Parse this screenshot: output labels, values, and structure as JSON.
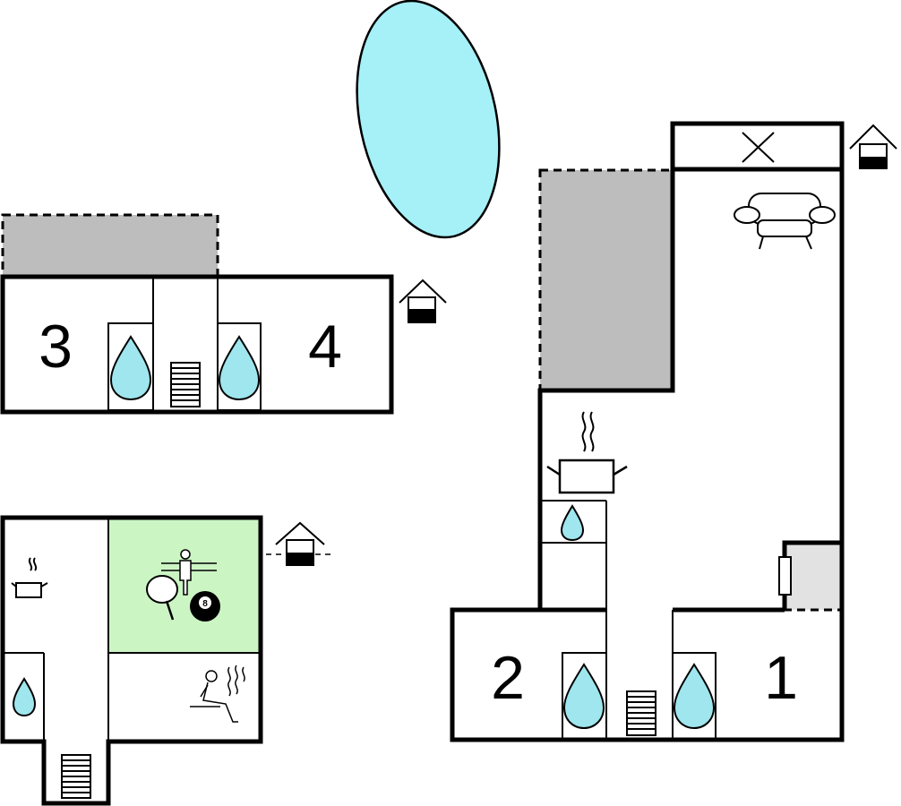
{
  "rooms": {
    "room1": "1",
    "room2": "2",
    "room3": "3",
    "room4": "4"
  },
  "billiard_ball_label": "8",
  "colors": {
    "pool": "#a6f0f7",
    "terrace": "#bdbdbd",
    "game_room": "#ccf5c4",
    "water_drop": "#9fe6ee",
    "small_terrace": "#e2e2e2"
  },
  "icons": [
    "pool-icon",
    "entrance-icon",
    "sofa-icon",
    "cooking-pot-icon",
    "water-drop-icon",
    "stairs-icon",
    "table-football-icon",
    "table-tennis-icon",
    "billiard-ball-icon",
    "sauna-icon",
    "fireplace-icon"
  ]
}
